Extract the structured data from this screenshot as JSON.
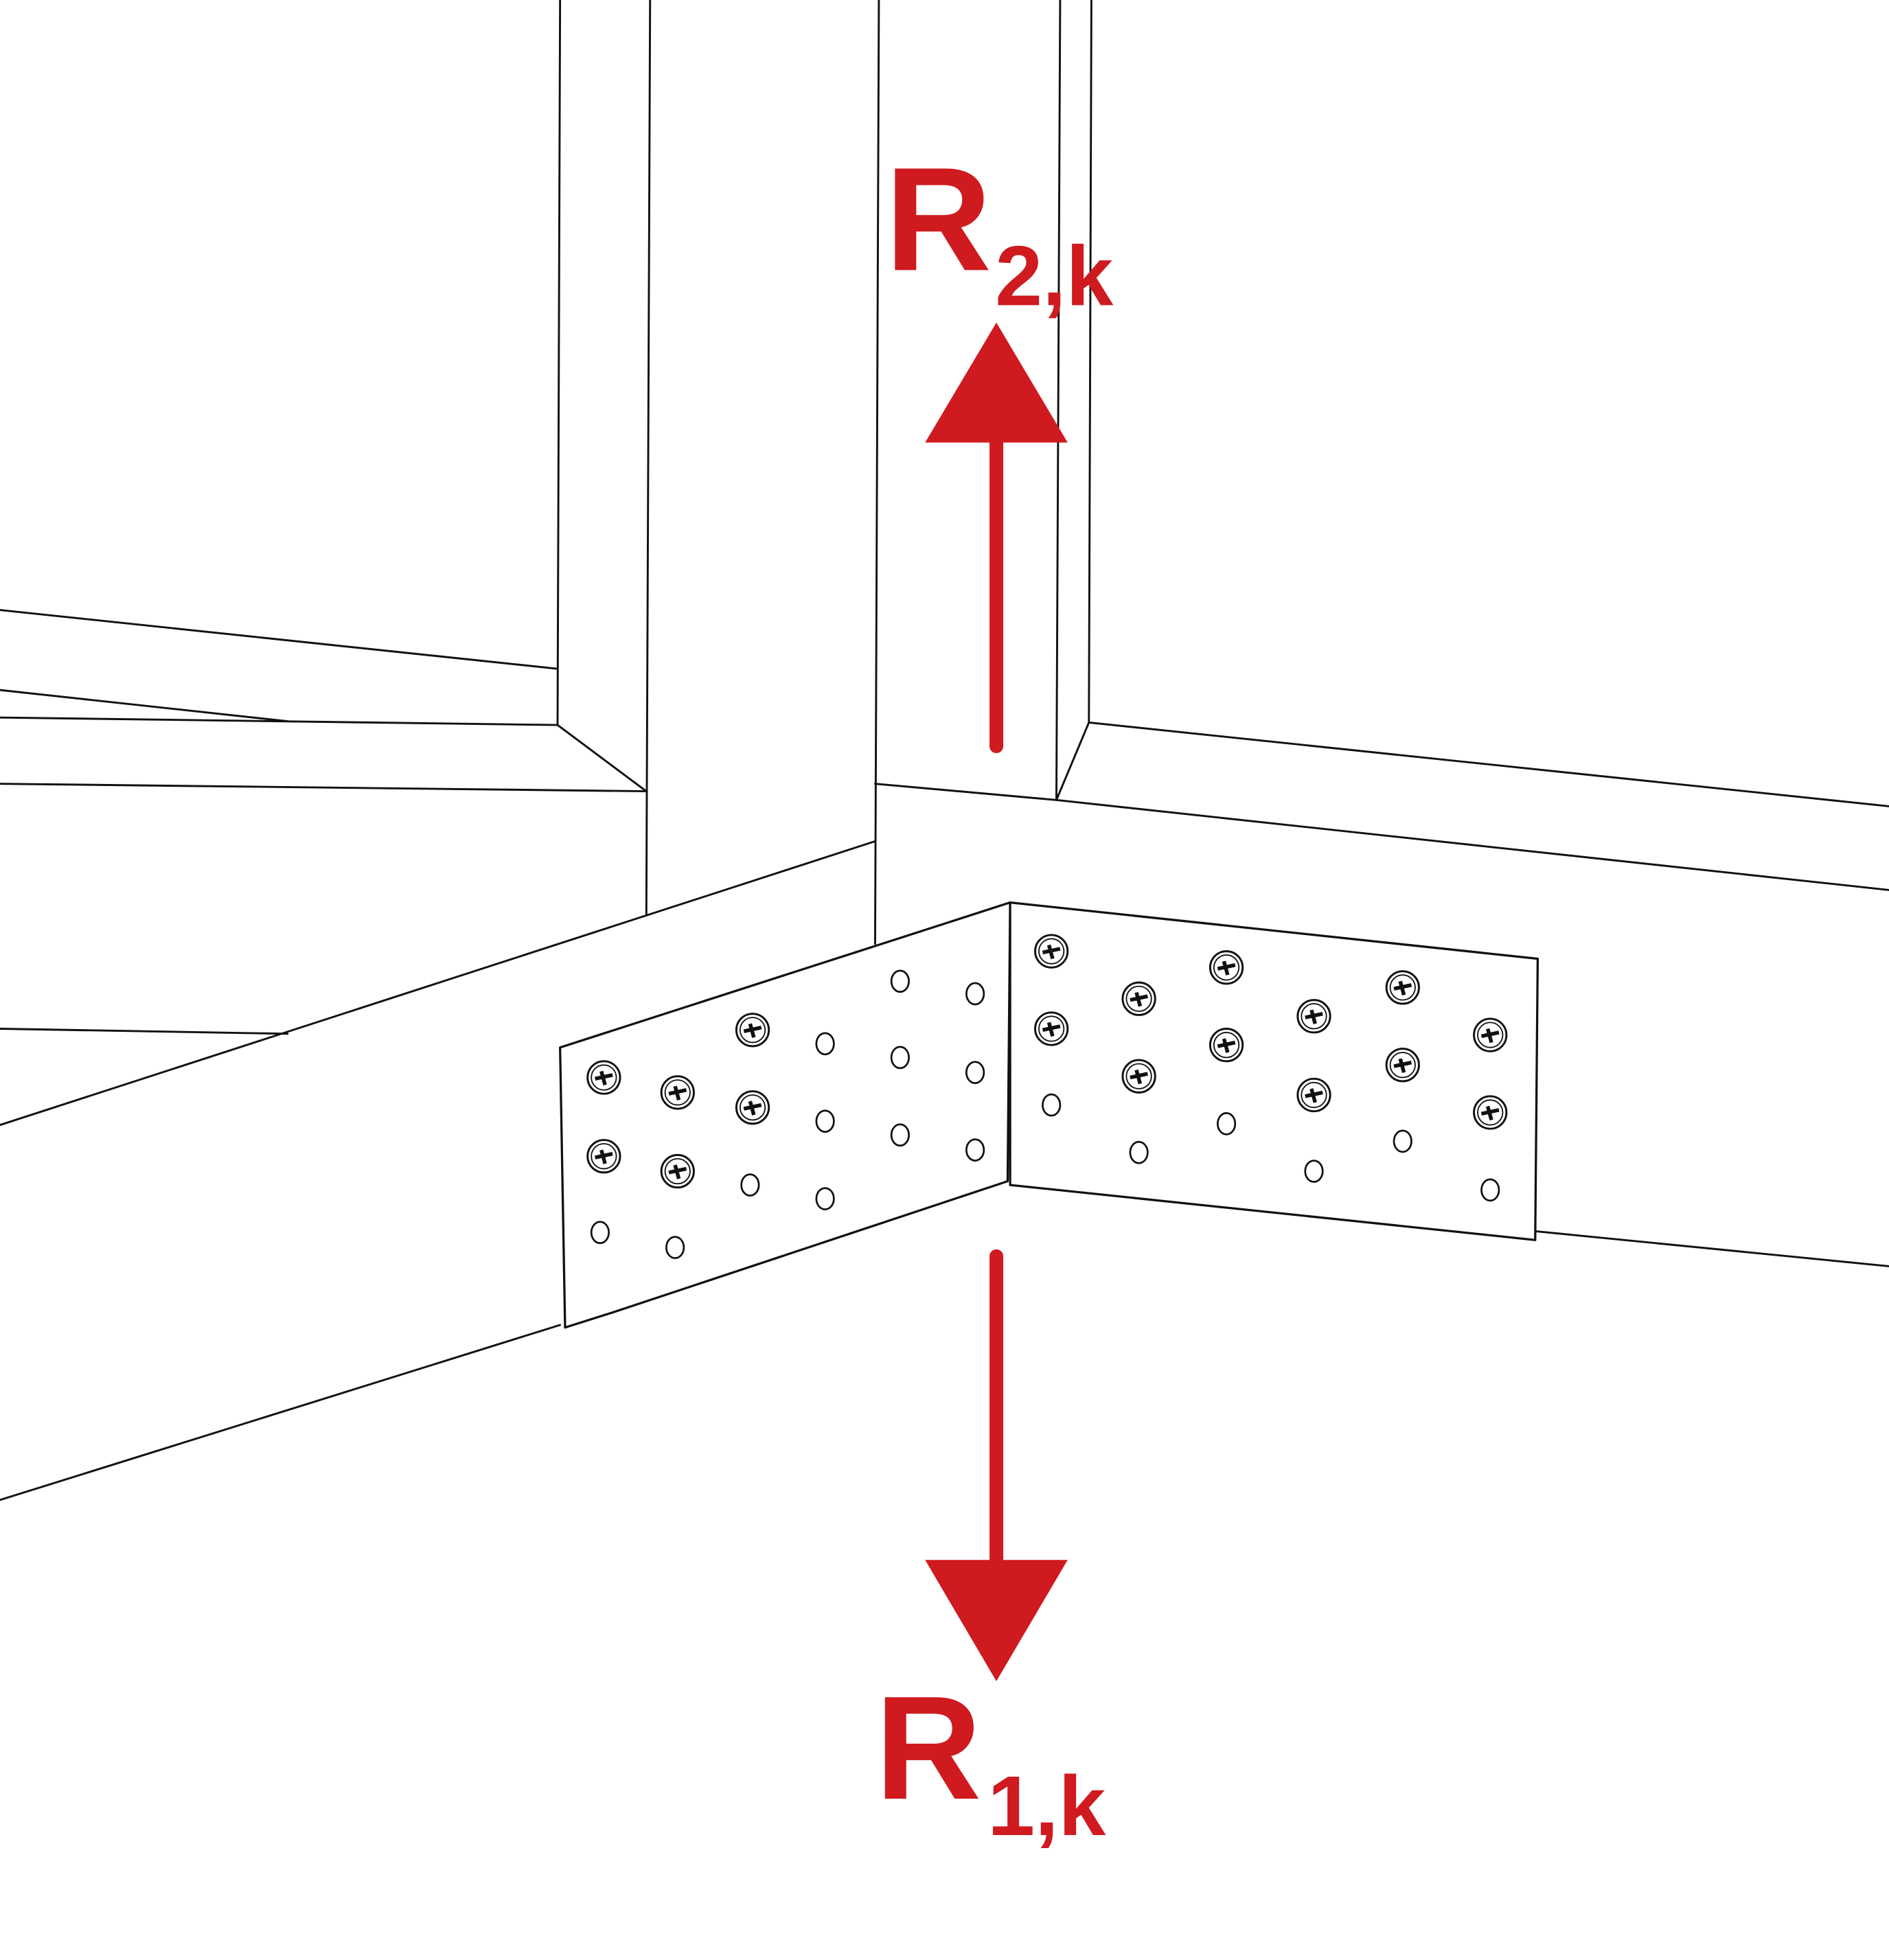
{
  "colors": {
    "force_arrow": "#cf1a1f",
    "line": "#111111",
    "background": "#ffffff"
  },
  "labels": {
    "upper_force": {
      "main": "R",
      "sub": "2,k"
    },
    "lower_force": {
      "main": "R",
      "sub": "1,k"
    }
  }
}
